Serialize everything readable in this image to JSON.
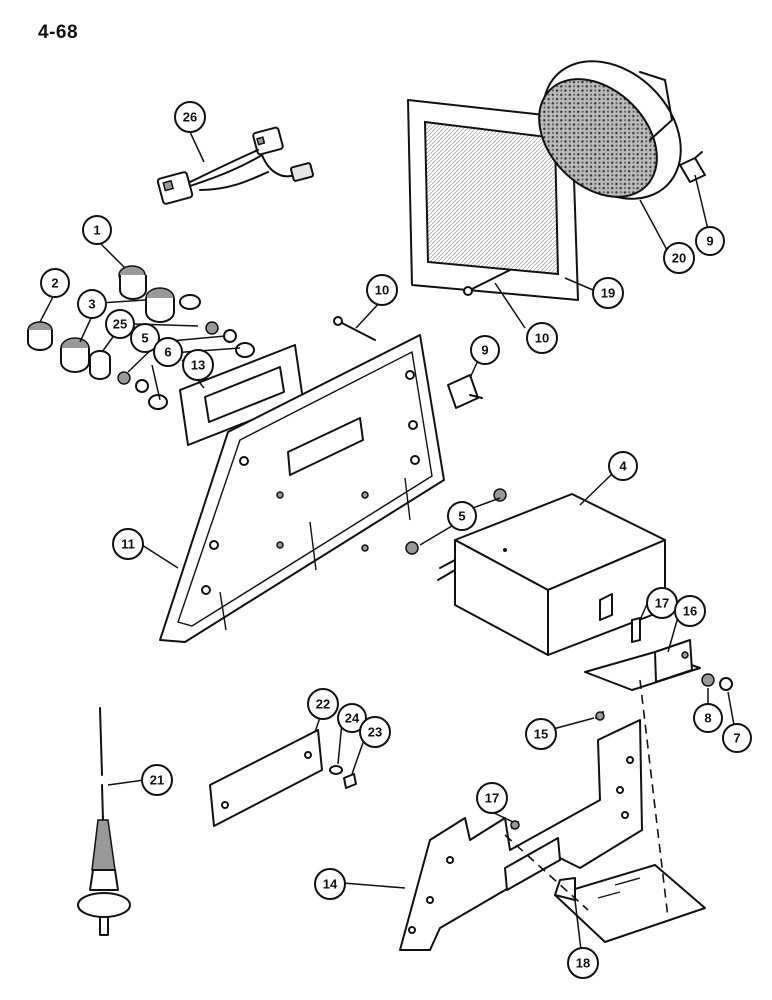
{
  "page_number": "4-68",
  "callouts": [
    "26",
    "1",
    "2",
    "3",
    "25",
    "5",
    "6",
    "13",
    "10",
    "10",
    "9",
    "9",
    "20",
    "19",
    "4",
    "5",
    "11",
    "17",
    "16",
    "8",
    "7",
    "15",
    "22",
    "24",
    "23",
    "21",
    "17",
    "14",
    "18"
  ]
}
